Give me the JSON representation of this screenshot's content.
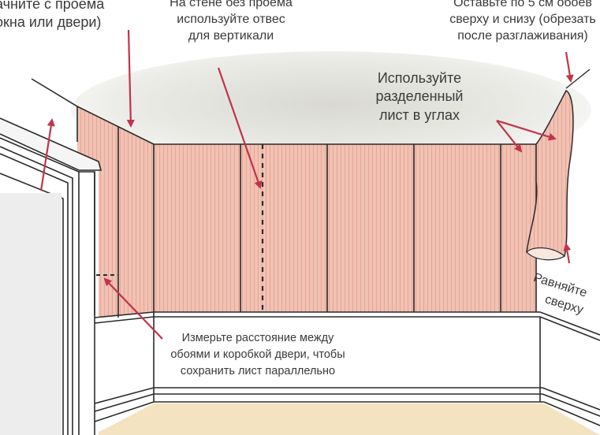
{
  "annotations": {
    "start_from_opening": [
      "ачните с проема",
      "окна или двери)"
    ],
    "use_plumb": [
      "На стене без проема",
      "используйте отвес",
      "для вертикали"
    ],
    "leave_5cm": [
      "Оставьте по 5 см обоев",
      "сверху и снизу (обрезать",
      "после разглаживания)"
    ],
    "use_split_sheet": [
      "Используйте",
      "разделенный",
      "лист в углах"
    ],
    "align_top": [
      "Равняйте",
      "сверху"
    ],
    "measure_distance": [
      "Измерьте расстояние между",
      "обоями и коробкой двери, чтобы",
      "сохранить лист параллельно"
    ]
  },
  "colors": {
    "wallpaper": "#f2c2b4",
    "wallpaper_stripe": "#e4a898",
    "ceiling_shadow": "#e6e6e1",
    "floor": "#f3e3c0",
    "trim": "#ffffff",
    "ink": "#2b2b2b",
    "arrow": "#c0344a"
  }
}
